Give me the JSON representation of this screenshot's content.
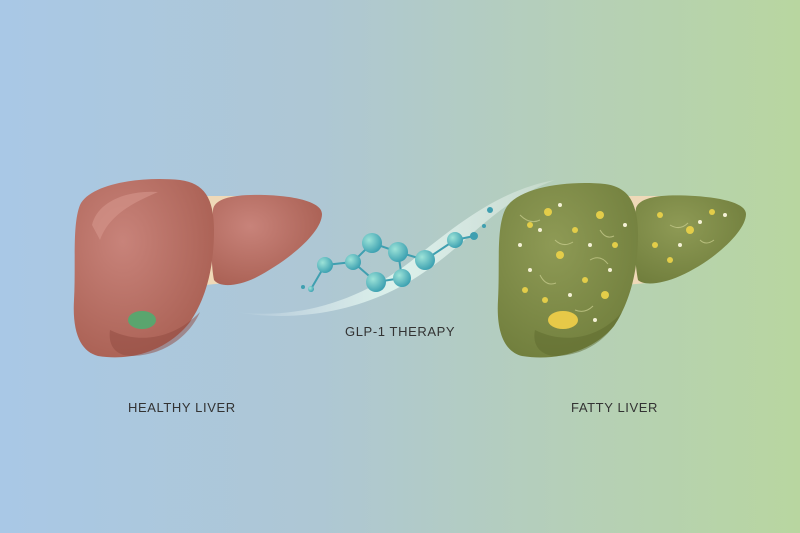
{
  "labels": {
    "healthy": "HEALTHY LIVER",
    "therapy": "GLP-1 THERAPY",
    "fatty": "FATTY LIVER"
  },
  "colors": {
    "healthy_liver": "#b56a5c",
    "fatty_liver": "#7e8c48",
    "molecule": "#4fb3b8",
    "fat_deposit": "#e3cd49"
  }
}
